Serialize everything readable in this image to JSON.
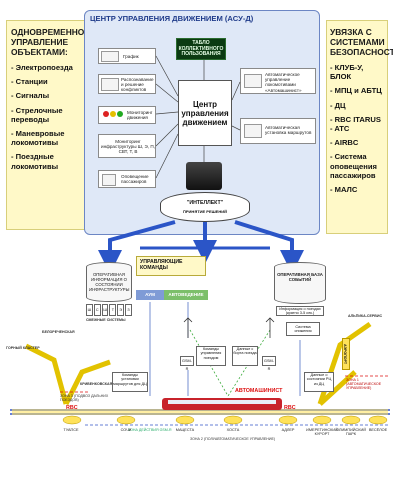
{
  "left_panel": {
    "title": "ОДНОВРЕМЕННОЕ УПРАВЛЕНИЕ ОБЪЕКТАМИ:",
    "items": [
      "- Электропоезда",
      "- Станции",
      "- Сигналы",
      "- Стрелочные переводы",
      "- Маневровые локомотивы",
      "- Поездные локомотивы"
    ]
  },
  "right_panel": {
    "title": "УВЯЗКА С СИСТЕМАМИ БЕЗОПАСНОСТИ:",
    "items": [
      "- КЛУБ-У, БЛОК",
      "- МПЦ и АБТЦ",
      "- ДЦ",
      "- RBC ITARUS - ATC",
      "- AIRBC",
      "- Система оповещения пассажиров",
      "- МАЛС"
    ]
  },
  "center": {
    "title": "ЦЕНТР УПРАВЛЕНИЯ ДВИЖЕНИЕМ (АСУ-Д)",
    "board": "ТАБЛО КОЛЛЕКТИВНОГО ПОЛЬЗОВАНИЯ",
    "core": "Центр управления движением",
    "intellect": "\"ИНТЕЛЛЕКТ\"",
    "intellect_sub": "ПРИНЯТИЕ РЕШЕНИЙ",
    "left_boxes": [
      "График",
      "Распознавание и решение конфликтов",
      "Мониторинг движения",
      "Мониторинг инфраструктуры Ш, Э, П, СВТ, Т, В",
      "Оповещение пассажиров"
    ],
    "right_boxes": [
      "Автоматическое управление локомотивами «Автомашинист»",
      "Автоматическая установка маршрутов"
    ]
  },
  "lower": {
    "left_db": "ОПЕРАТИВНАЯ ИНФОРМАЦИЯ О СОСТОЯНИИ ИНФРАСТРУКТУРЫ",
    "systems_label": "СМЕЖНЫЕ СИСТЕМЫ",
    "systems": [
      "Ш",
      "С",
      "Ш",
      "Т",
      "Э",
      "З"
    ],
    "commands": "УПРАВЛЯЮЩИЕ КОМАНДЫ",
    "aum": "АУМ",
    "autoved": "АВТОВЕДЕНИЕ",
    "right_db": "ОПЕРАТИВНАЯ БАЗА СОБЫТИЙ",
    "right_db_sub": "Информация о поездах (кратно 3-5 сек.)",
    "snizh": "Система снижения",
    "route_cmds": "Команды установки маршрутов для ДЦ",
    "train_cmds": "Команды управления поездом",
    "train_data": "Данные с борта поезда",
    "rbc_data": "Данные о состоянии РЦ из ДЦ",
    "autodriver": "АВТОМАШИНИСТ",
    "zone_auto": "ЗОНА 1 (АВТОМАТИЧЕСКОЕ УПРАВЛЕНИЕ)",
    "zone_semi": "ЗОНА 2 (ПОЛУАВТОМАТИЧЕСКОЕ УПРАВЛЕНИЕ)",
    "zone_long": "ЗОНА 3 (ПОДВОЗ ДАЛЬНИХ ПОЕЗДОВ)",
    "zone_gsm": "ЗОНА ДЕЙСТВИЯ GSM-R",
    "airport": "АЭРОПОРТ",
    "alpina": "АЛЬПИКА-СЕРВИС",
    "gorny": "ГОРНЫЙ КЛАСТЕР",
    "belorech": "БЕЛОРЕЧЕНСКАЯ",
    "krivenkovsk": "КРИВЕНКОВСКАЯ",
    "gsm_left": "GSM-R",
    "gsm_right": "GSM-R",
    "rbc": "RBC",
    "stations": [
      "ТУАПСЕ",
      "СОЧИ",
      "МАЦЕСТА",
      "ХОСТА",
      "АДЛЕР",
      "ИМЕРЕТИНСКИЙ КУРОРТ",
      "ОЛИМПИЙСКИЙ ПАРК",
      "ВЕСЁЛОЕ"
    ]
  },
  "colors": {
    "center_bg": "#dfe8f7",
    "side_bg": "#fff9c8",
    "arrow_blue": "#2b55c7",
    "rbc_red": "#d11111",
    "track_yellow": "#ffe25a"
  }
}
